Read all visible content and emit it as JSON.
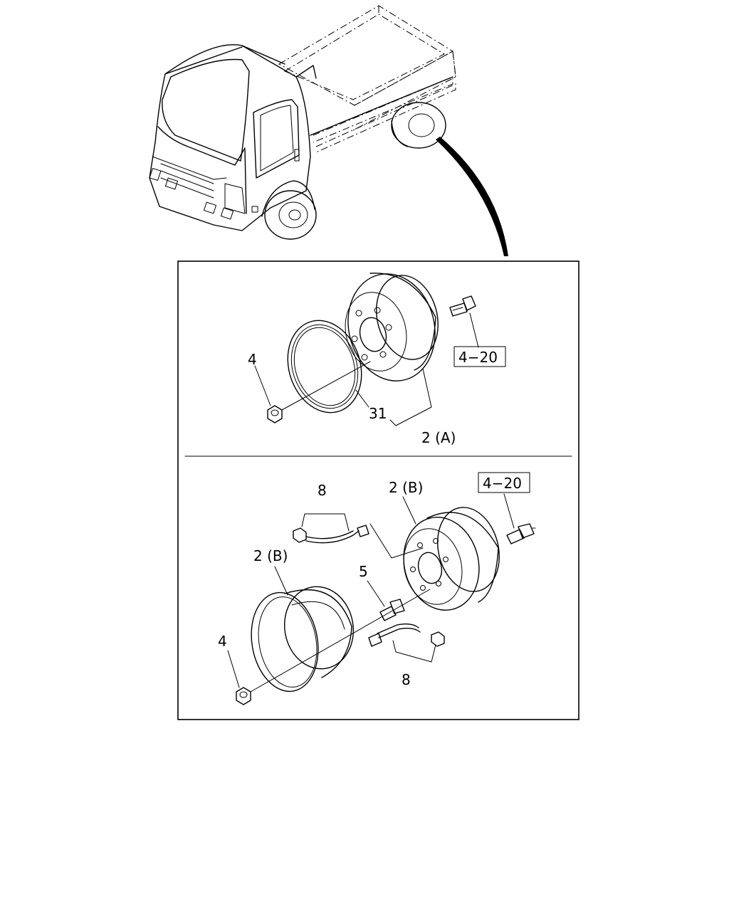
{
  "labels": {
    "upper_nut": "4",
    "upper_tube": "31",
    "upper_wheel": "2 (A)",
    "upper_ref": "4−20",
    "lower_ref": "4−20",
    "lower_wheel_outer": "2 (B)",
    "lower_wheel_inner": "2 (B)",
    "lower_valve_upper": "8",
    "lower_valve_lower": "8",
    "lower_bolt": "5",
    "lower_nut": "4"
  }
}
